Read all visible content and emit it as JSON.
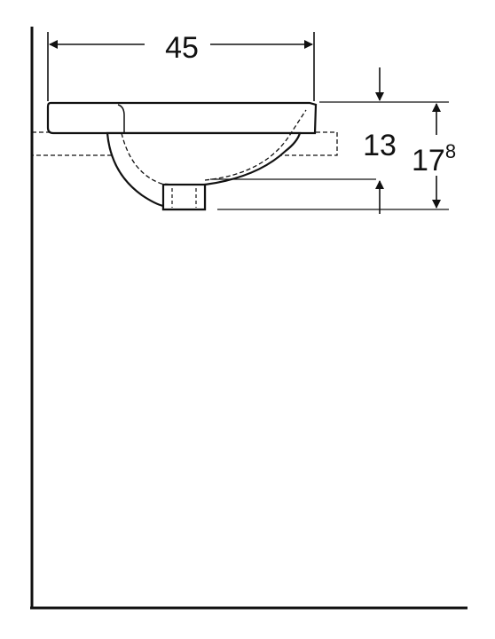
{
  "diagram": {
    "width_dimension": "45",
    "depth_dimension": "13",
    "height_dimension_main": "17",
    "height_dimension_sup": "8",
    "line_color": "#111111",
    "background_color": "#ffffff"
  }
}
